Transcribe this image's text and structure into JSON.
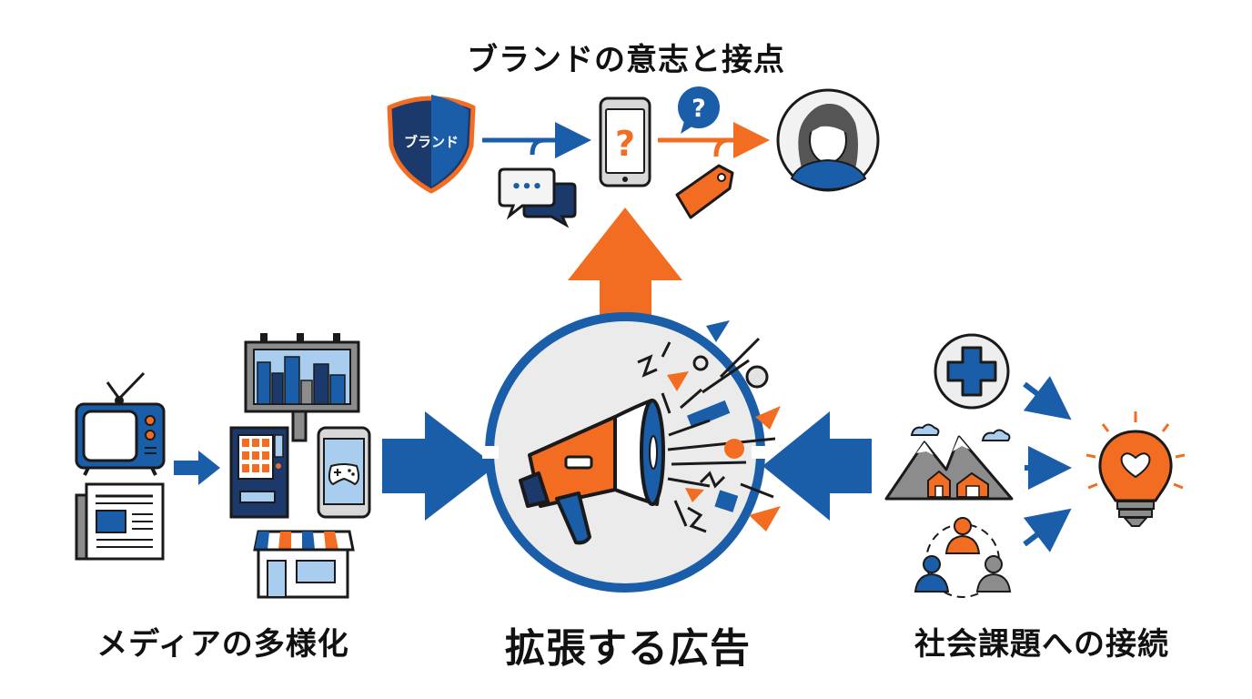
{
  "colors": {
    "blue": "#1a5da8",
    "navy": "#1b3a6b",
    "orange": "#f26d21",
    "gray": "#8c8c8c",
    "light_gray": "#ebebeb",
    "sky": "#a9cdee",
    "ink": "#1a1a1a"
  },
  "labels": {
    "top": "ブランドの意志と接点",
    "left": "メディアの多様化",
    "center": "拡張する広告",
    "right": "社会課題への接続"
  },
  "shield": {
    "text": "ブランド"
  },
  "phone": {
    "glyph": "?"
  },
  "bubble": {
    "glyph": "?"
  },
  "chat": {
    "dots": "•••"
  },
  "icons": {
    "shield": "brand-shield-icon",
    "chat": "chat-bubbles-icon",
    "phone": "phone-question-icon",
    "question": "question-bubble-icon",
    "tag": "price-tag-icon",
    "user": "user-avatar-icon",
    "tv": "tv-icon",
    "newspaper": "newspaper-icon",
    "billboard": "billboard-icon",
    "vending": "vending-machine-icon",
    "game_phone": "phone-game-icon",
    "store": "storefront-icon",
    "megaphone": "megaphone-icon",
    "medical": "medical-cross-icon",
    "mountains": "mountain-village-icon",
    "community": "community-people-icon",
    "bulb": "heart-lightbulb-icon"
  }
}
